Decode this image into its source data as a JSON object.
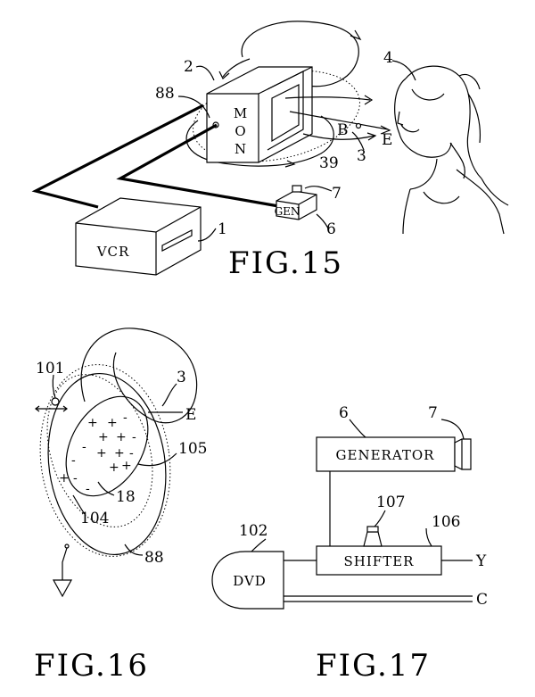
{
  "fig15": {
    "caption": "FIG.15",
    "vcr_label": "VCR",
    "monitor_label": [
      "M",
      "O",
      "N"
    ],
    "generator_label": "GEN",
    "refs": {
      "r1": "1",
      "r2": "2",
      "r3": "3",
      "r4": "4",
      "r6": "6",
      "r7": "7",
      "r39": "39",
      "r88": "88",
      "rB": "B",
      "rE": "E"
    }
  },
  "fig16": {
    "caption": "FIG.16",
    "refs": {
      "r101": "101",
      "r3": "3",
      "rE": "E",
      "r105": "105",
      "r18": "18",
      "r104": "104",
      "r88": "88"
    },
    "charges": [
      "+",
      "+",
      "-",
      "+",
      "+",
      "-",
      "-",
      "+",
      "+",
      "-",
      "-",
      "+",
      "+",
      "-",
      "+",
      "-"
    ]
  },
  "fig17": {
    "caption": "FIG.17",
    "generator_label": "GENERATOR",
    "shifter_label": "SHIFTER",
    "dvd_label": "DVD",
    "refs": {
      "r6": "6",
      "r7": "7",
      "r102": "102",
      "r106": "106",
      "r107": "107",
      "rY": "Y",
      "rC": "C"
    }
  }
}
